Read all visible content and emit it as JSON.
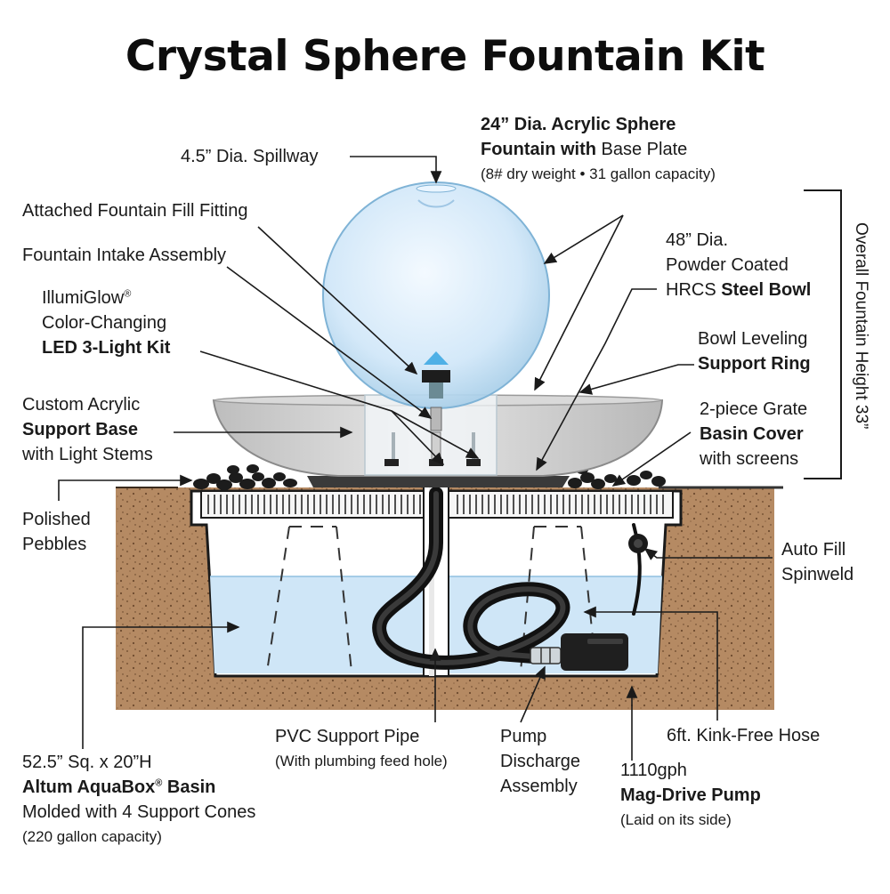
{
  "title": "Crystal Sphere Fountain Kit",
  "labels": {
    "spillway": "4.5” Dia. Spillway",
    "sphere_l1": "24” Dia. Acrylic Sphere",
    "sphere_l2a": "Fountain with ",
    "sphere_l2b": "Base Plate",
    "sphere_l3": "(8# dry weight • 31 gallon capacity)",
    "fill_fitting": "Attached Fountain Fill Fitting",
    "intake": "Fountain Intake Assembly",
    "illumi_l1": "IllumiGlow",
    "illumi_reg": "®",
    "illumi_l2": "Color-Changing",
    "illumi_l3": "LED 3-Light Kit",
    "bowl_l1": "48” Dia.",
    "bowl_l2": "Powder Coated",
    "bowl_l3a": "HRCS ",
    "bowl_l3b": "Steel Bowl",
    "ring_l1": "Bowl Leveling",
    "ring_l2": "Support Ring",
    "support_l1": "Custom Acrylic",
    "support_l2": "Support Base",
    "support_l3": "with Light Stems",
    "grate_l1": "2-piece Grate",
    "grate_l2": "Basin Cover",
    "grate_l3": "with screens",
    "height": "Overall Fountain Height 33”",
    "pebbles_l1": "Polished",
    "pebbles_l2": "Pebbles",
    "autofill_l1": "Auto Fill",
    "autofill_l2": "Spinweld",
    "pvc_l1": "PVC Support Pipe",
    "pvc_l2": "(With plumbing feed hole)",
    "discharge_l1": "Pump",
    "discharge_l2": "Discharge",
    "discharge_l3": "Assembly",
    "hose": "6ft. Kink-Free Hose",
    "basin_l1": "52.5” Sq. x 20”H",
    "basin_l2a": "Altum AquaBox",
    "basin_reg": "®",
    "basin_l2b": " Basin",
    "basin_l3": "Molded with 4 Support Cones",
    "basin_l4": "(220 gallon capacity)",
    "pump_l1": "1110gph",
    "pump_l2": "Mag-Drive Pump",
    "pump_l3": "(Laid on its side)"
  },
  "colors": {
    "soil": "#b58a63",
    "water": "#cfe6f7",
    "sphere": "#d8ecfa",
    "bowl": "#cfcfcf",
    "ink": "#1a1a1a"
  }
}
